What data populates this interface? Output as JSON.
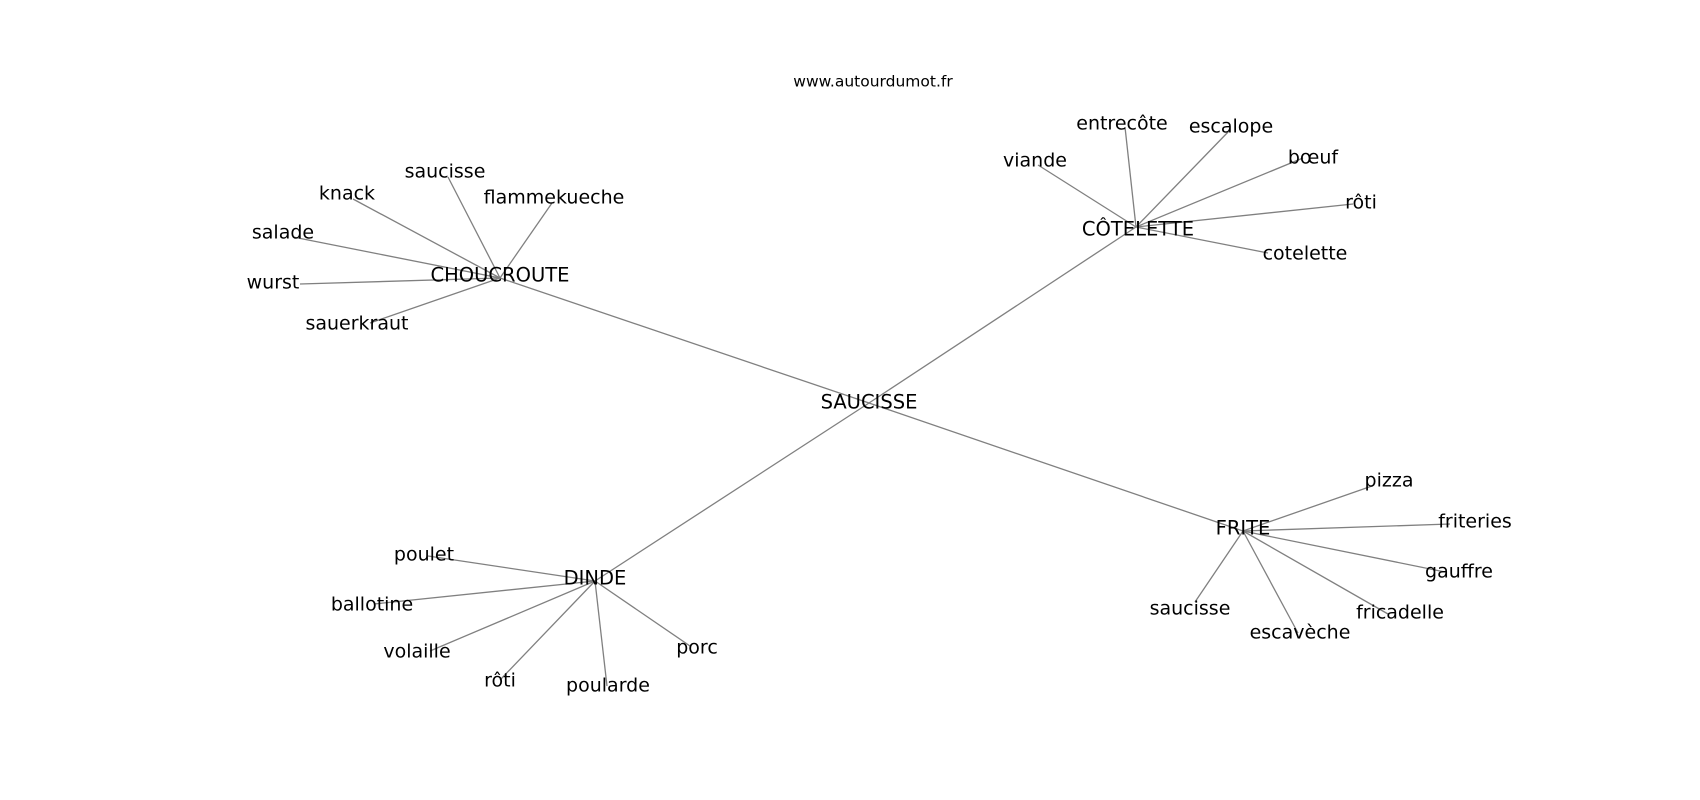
{
  "source_url": "www.autourdumot.fr",
  "graph": {
    "center": "SAUCISSE",
    "hubs": [
      {
        "id": "choucroute",
        "label": "CHOUCROUTE",
        "leaves": [
          "saucisse",
          "flammekueche",
          "knack",
          "salade",
          "wurst",
          "sauerkraut"
        ]
      },
      {
        "id": "cotelette",
        "label": "CÔTELETTE",
        "leaves": [
          "entrecôte",
          "escalope",
          "viande",
          "bœuf",
          "rôti",
          "cotelette"
        ]
      },
      {
        "id": "frite",
        "label": "FRITE",
        "leaves": [
          "pizza",
          "friteries",
          "gauffre",
          "fricadelle",
          "escavèche",
          "saucisse"
        ]
      },
      {
        "id": "dinde",
        "label": "DINDE",
        "leaves": [
          "poulet",
          "ballotine",
          "volaille",
          "rôti",
          "poularde",
          "porc"
        ]
      }
    ]
  }
}
